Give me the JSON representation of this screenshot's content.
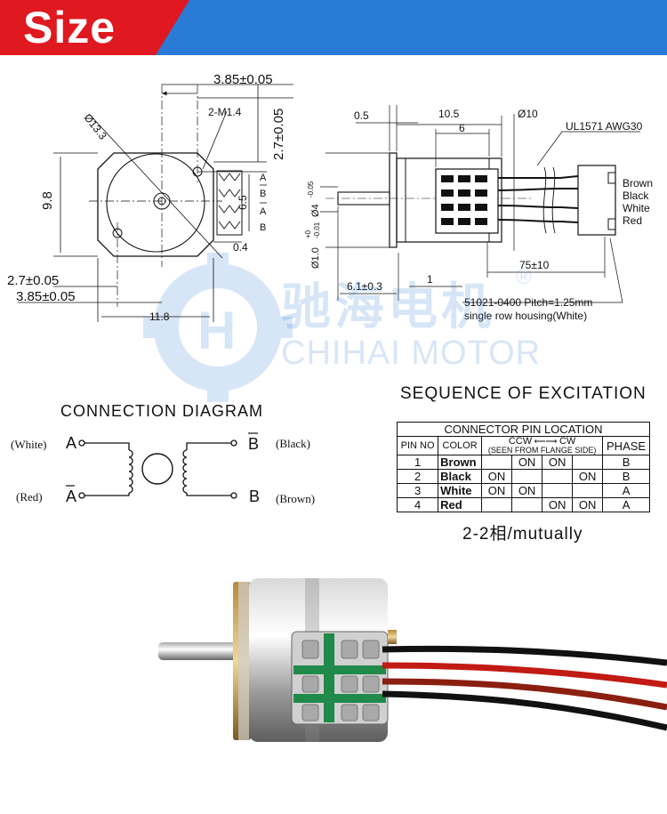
{
  "header": {
    "title": "Size",
    "accent_red": "#e0181f",
    "accent_blue": "#2a7bd6"
  },
  "watermark": {
    "cn": "驰海电机",
    "en": "CHIHAI MOTOR",
    "reg": "®"
  },
  "front_view": {
    "dim_top": "3.85±0.05",
    "dim_right": "2.7±0.05",
    "hole_label": "2-M1.4",
    "diameter": "Ø13.3",
    "dim_left": "9.8",
    "dim_mid": "6.5",
    "dim_small": "0.4",
    "dim_bottom1": "2.7±0.05",
    "dim_bottom2": "3.85±0.05",
    "dim_width": "11.8",
    "pin_labels": [
      "A",
      "B",
      "A",
      "B"
    ]
  },
  "side_view": {
    "d05": "0.5",
    "d105": "10.5",
    "d6": "6",
    "d10": "Ø10",
    "cable": "UL1571 AWG30",
    "wires": [
      "Brown",
      "Black",
      "White",
      "Red"
    ],
    "shaft": "Ø4",
    "shaft_tol": "-0.05",
    "collar": "Ø1.0",
    "collar_tol_up": "+0",
    "collar_tol_dn": "-0.01",
    "len75": "75±10",
    "len61": "6.1±0.3",
    "d1": "1",
    "connector1": "51021-0400 Pitch=1.25mm",
    "connector2": "single row housing(White)"
  },
  "connection": {
    "title": "CONNECTION DIAGRAM",
    "left_top_color": "(White)",
    "left_top_pin": "A",
    "left_bot_color": "(Red)",
    "left_bot_pin": "A",
    "right_top_pin": "B",
    "right_top_color": "(Black)",
    "right_bot_pin": "B",
    "right_bot_color": "(Brown)"
  },
  "sequence": {
    "title": "SEQUENCE OF EXCITATION",
    "table_title": "CONNECTOR PIN LOCATION",
    "col_pin": "PIN NO",
    "col_color": "COLOR",
    "col_ccw": "CCW",
    "col_cw": "CW",
    "col_seen": "(SEEN FROM FLANGE SIDE)",
    "col_phase": "PHASE",
    "rows": [
      {
        "pin": "1",
        "color": "Brown",
        "s1": "",
        "s2": "ON",
        "s3": "ON",
        "s4": "",
        "phase": "B"
      },
      {
        "pin": "2",
        "color": "Black",
        "s1": "ON",
        "s2": "",
        "s3": "",
        "s4": "ON",
        "phase": "B"
      },
      {
        "pin": "3",
        "color": "White",
        "s1": "ON",
        "s2": "ON",
        "s3": "",
        "s4": "",
        "phase": "A"
      },
      {
        "pin": "4",
        "color": "Red",
        "s1": "",
        "s2": "",
        "s3": "ON",
        "s4": "ON",
        "phase": "A"
      }
    ],
    "caption": "2-2相/mutually"
  }
}
